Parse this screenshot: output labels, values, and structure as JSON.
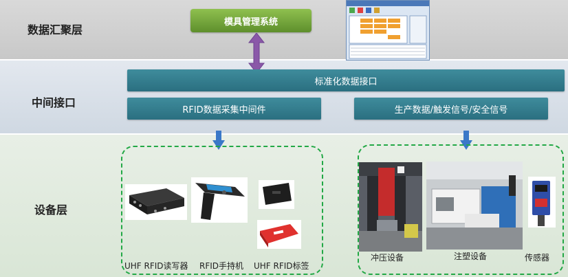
{
  "layers": {
    "top": "数据汇聚层",
    "middle": "中间接口",
    "bottom": "设备层"
  },
  "system_button": "模具管理系统",
  "interface": {
    "standard": "标准化数据接口",
    "rfid_middleware": "RFID数据采集中间件",
    "signals": "生产数据/触发信号/安全信号"
  },
  "rfid_devices": {
    "reader": "UHF RFID读写器",
    "handheld": "RFID手持机",
    "tag": "UHF RFID标签"
  },
  "equipment": {
    "press": "冲压设备",
    "injection": "注塑设备",
    "sensor": "传感器"
  },
  "colors": {
    "interface_bar": "#2f7888",
    "system_button": "#6fa23a",
    "dashed_border": "#22a845",
    "arrow_blue": "#3a78c8",
    "arrow_purple": "#8a58a8"
  }
}
